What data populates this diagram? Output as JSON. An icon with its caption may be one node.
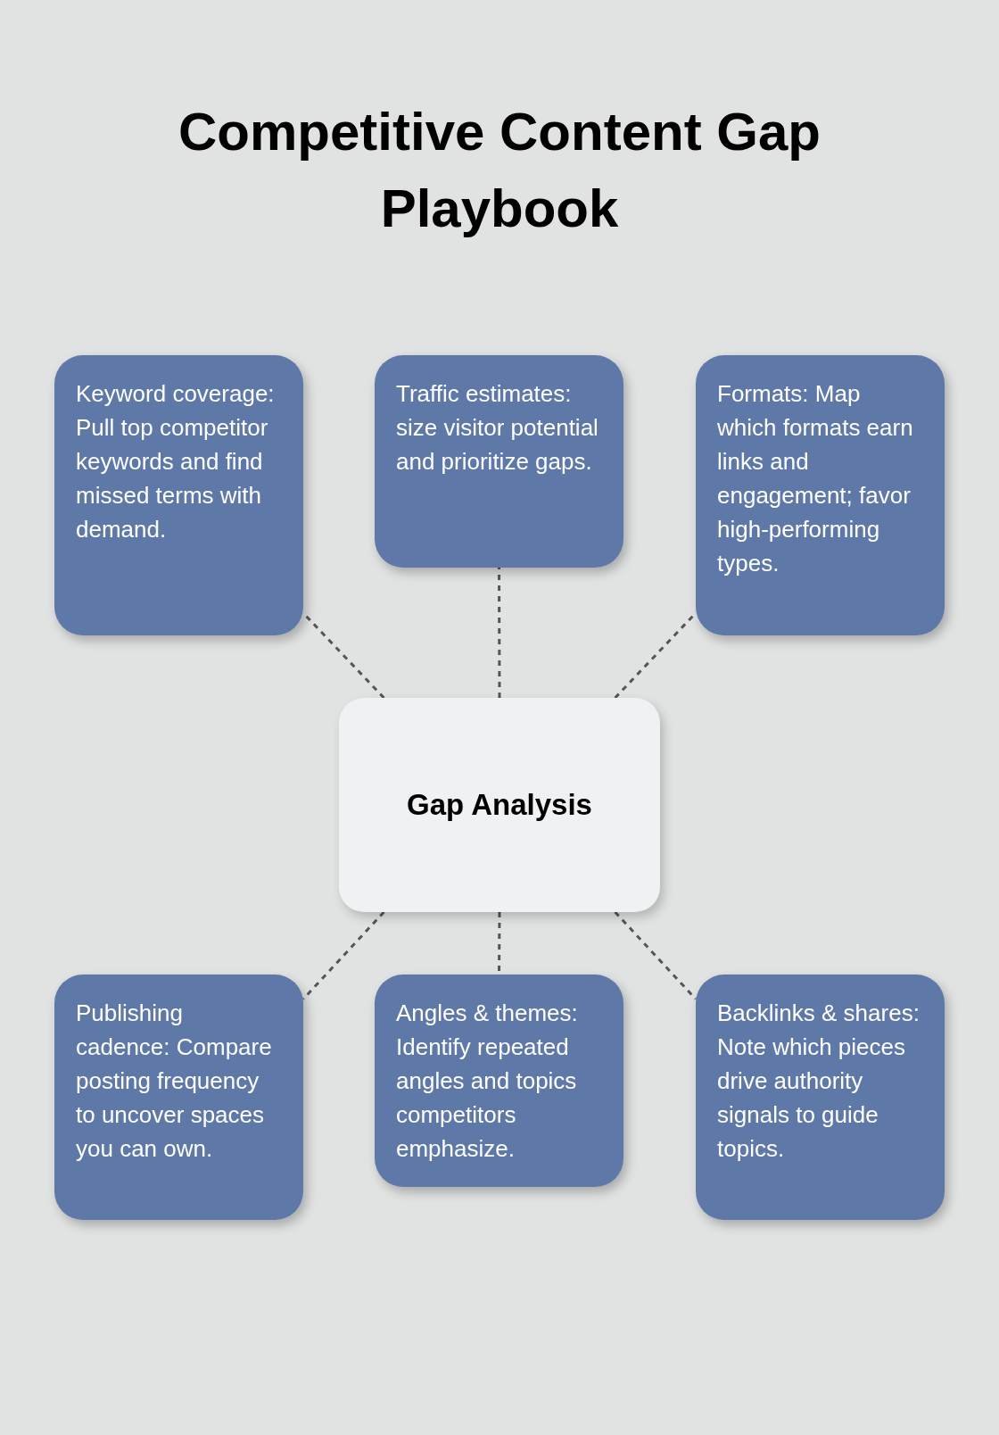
{
  "diagram": {
    "title": "Competitive Content Gap Playbook",
    "nodes": [
      {
        "text": [
          "Keyword coverage: Pull top competitor keywords and find missed terms with demand."
        ]
      },
      {
        "text": [
          "Traffic estimates: size visitor potential and prioritize gaps."
        ]
      },
      {
        "text": [
          "Formats: Map which formats earn links and engagement; favor high-performing types."
        ]
      },
      {
        "text": [
          "Gap Analysis"
        ]
      },
      {
        "text": [
          "Publishing cadence: Compare posting frequency to uncover spaces you can own."
        ]
      },
      {
        "text": [
          "Angles & themes: Identify repeated angles and topics competitors emphasize."
        ]
      },
      {
        "text": [
          "Backlinks & shares: Note which pieces drive authority signals to guide topics."
        ]
      }
    ],
    "edges": [
      {
        "from": 3,
        "to": 0,
        "arrow": "none",
        "style": "dashed"
      },
      {
        "from": 3,
        "to": 1,
        "arrow": "none",
        "style": "dashed"
      },
      {
        "from": 3,
        "to": 2,
        "arrow": "none",
        "style": "dashed"
      },
      {
        "from": 3,
        "to": 4,
        "arrow": "none",
        "style": "dashed"
      },
      {
        "from": 3,
        "to": 5,
        "arrow": "none",
        "style": "dashed"
      },
      {
        "from": 3,
        "to": 6,
        "arrow": "none",
        "style": "dashed"
      }
    ]
  }
}
